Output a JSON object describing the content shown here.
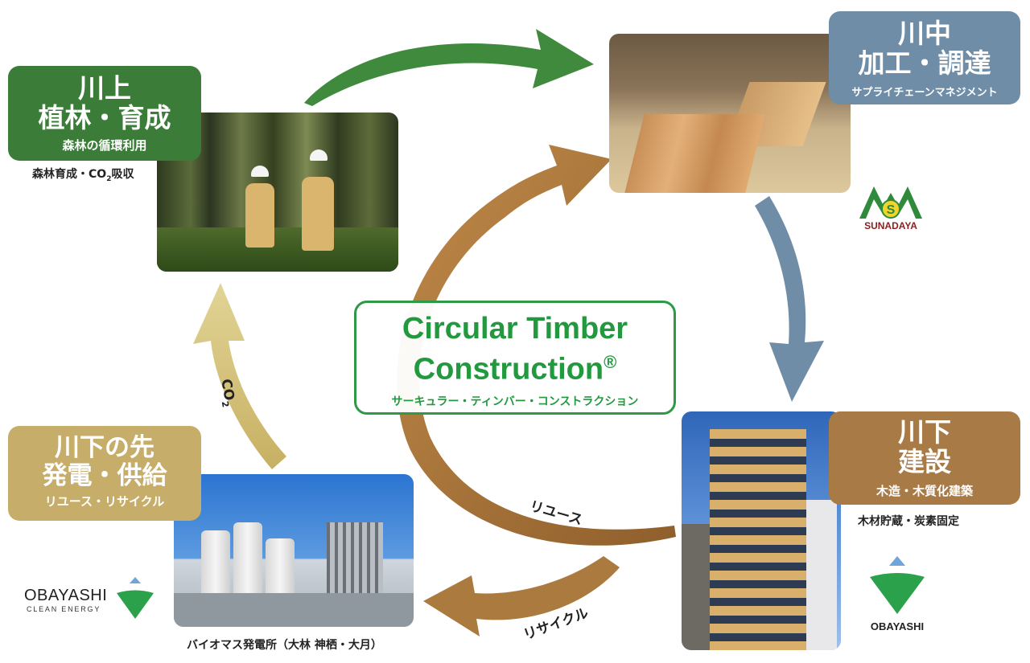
{
  "stages": {
    "upstream": {
      "title_line1": "川上",
      "title_line2": "植林・育成",
      "subtitle": "森林の循環利用",
      "caption_prefix": "森林育成・CO",
      "caption_sub": "2",
      "caption_suffix": "吸収",
      "color": "#3b7d38"
    },
    "midstream": {
      "title_line1": "川中",
      "title_line2": "加工・調達",
      "subtitle": "サプライチェーンマネジメント",
      "color": "#6f8da7"
    },
    "downstream": {
      "title_line1": "川下",
      "title_line2": "建設",
      "subtitle": "木造・木質化建築",
      "caption": "木材貯蔵・炭素固定",
      "color": "#a87a46"
    },
    "beyond": {
      "title_line1": "川下の先",
      "title_line2": "発電・供給",
      "subtitle": "リユース・リサイクル",
      "color": "#c6ad6a"
    }
  },
  "center": {
    "title_line1": "Circular Timber",
    "title_line2": "Construction",
    "registered": "®",
    "subtitle": "サーキュラー・ティンバー・コンストラクション",
    "color": "#23993f"
  },
  "arrows": {
    "co2": {
      "main": "CO",
      "sub": "2"
    },
    "reuse": "リユース",
    "recycle": "リサイクル",
    "colors": {
      "green": "#3f8a3c",
      "blue": "#6f8da7",
      "brown": "#ab7a3f",
      "gold": "#cdb86e"
    }
  },
  "photo_caption": "バイオマス発電所（大林 神栖・大月）",
  "logos": {
    "sunadaya": "SUNADAYA",
    "obayashi": "OBAYASHI",
    "obayashi_clean_energy_line1": "OBAYASHI",
    "obayashi_clean_energy_line2": "CLEAN ENERGY"
  }
}
